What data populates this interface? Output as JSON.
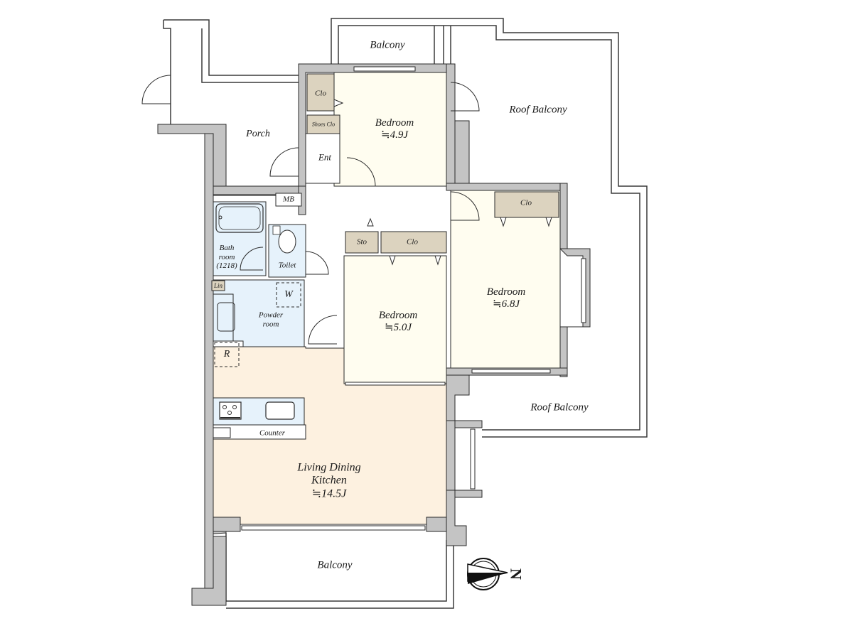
{
  "colors": {
    "wall": "#c4c4c4",
    "bedroom_fill": "#fffdf0",
    "ldk_fill": "#fdf1e0",
    "wet_fill": "#e6f2fb",
    "storage_fill": "#dcd3bf",
    "line": "#2a2a2a"
  },
  "rooms": {
    "balcony_top": {
      "label": "Balcony"
    },
    "roof_balcony_top": {
      "label": "Roof Balcony"
    },
    "roof_balcony_bottom": {
      "label": "Roof Balcony"
    },
    "balcony_bottom": {
      "label": "Balcony"
    },
    "porch": {
      "label": "Porch"
    },
    "entrance": {
      "label": "Ent"
    },
    "closet_entry": {
      "label": "Clo"
    },
    "shoes_closet": {
      "label": "Shoes Clo"
    },
    "meter_box": {
      "label": "MB"
    },
    "bedroom_1": {
      "label": "Bedroom",
      "area": "≒4.9J"
    },
    "bedroom_2": {
      "label": "Bedroom",
      "area": "≒5.0J"
    },
    "bedroom_3": {
      "label": "Bedroom",
      "area": "≒6.8J"
    },
    "storage": {
      "label": "Sto"
    },
    "closet_b2": {
      "label": "Clo"
    },
    "closet_b3": {
      "label": "Clo"
    },
    "bathroom": {
      "label_1": "Bath",
      "label_2": "room",
      "label_3": "(1218)"
    },
    "toilet": {
      "label": "Toilet"
    },
    "linen": {
      "label": "Lin"
    },
    "washer": {
      "label": "W"
    },
    "powder_room": {
      "label_1": "Powder",
      "label_2": "room"
    },
    "refrigerator": {
      "label": "R"
    },
    "counter": {
      "label": "Counter"
    },
    "ldk": {
      "label_1": "Living Dining",
      "label_2": "Kitchen",
      "area": "≒14.5J"
    }
  },
  "compass": {
    "label": "N"
  }
}
